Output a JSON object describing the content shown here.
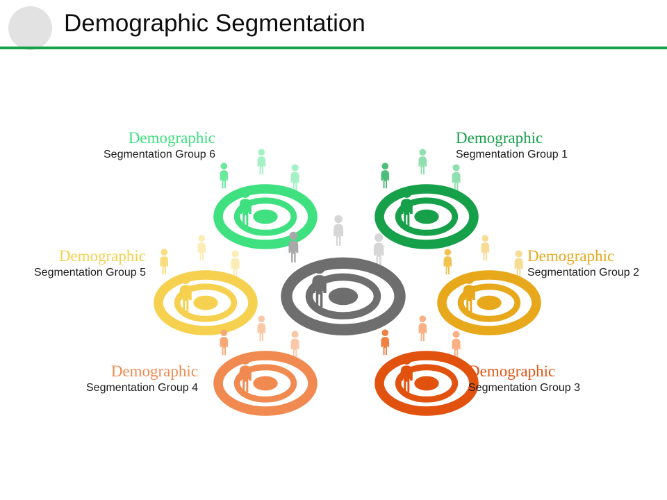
{
  "header": {
    "title": "Demographic Segmentation",
    "circle_color": "#e2e2e2",
    "rule_color": "#17a24a"
  },
  "diagram": {
    "center": {
      "name": "center-cluster",
      "color": "#6e6e6e",
      "color_light": "#d6d6d6",
      "color_mid": "#a8a8a8"
    },
    "groups": [
      {
        "id": "group-1",
        "title": "Demographic",
        "subtitle": "Segmentation Group 1",
        "color": "#17a04a",
        "color_mid": "#4dbd79",
        "color_light": "#90dfae",
        "align": "left"
      },
      {
        "id": "group-2",
        "title": "Demographic",
        "subtitle": "Segmentation Group 2",
        "color": "#e8a81b",
        "color_mid": "#f0c24f",
        "color_light": "#f7dc94",
        "align": "left"
      },
      {
        "id": "group-3",
        "title": "Demographic",
        "subtitle": "Segmentation Group 3",
        "color": "#e2520f",
        "color_mid": "#ef8144",
        "color_light": "#f7b185",
        "align": "left"
      },
      {
        "id": "group-4",
        "title": "Demographic",
        "subtitle": "Segmentation Group 4",
        "color": "#f08a50",
        "color_mid": "#f4a877",
        "color_light": "#f9c8a6",
        "align": "right"
      },
      {
        "id": "group-5",
        "title": "Demographic",
        "subtitle": "Segmentation Group 5",
        "color": "#f6d04f",
        "color_mid": "#f9de7f",
        "color_light": "#fcecb5",
        "align": "right"
      },
      {
        "id": "group-6",
        "title": "Demographic",
        "subtitle": "Segmentation Group 6",
        "color": "#3ee07f",
        "color_mid": "#6be89c",
        "color_light": "#a3f1c4",
        "align": "right"
      }
    ]
  }
}
